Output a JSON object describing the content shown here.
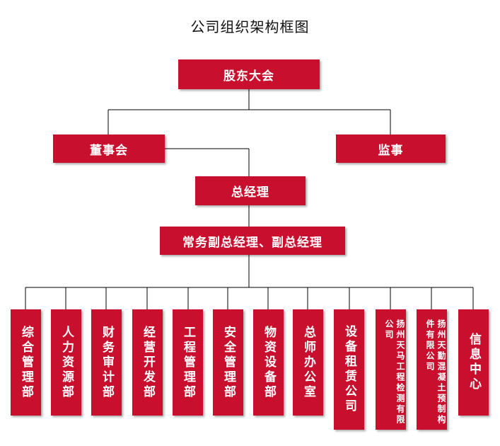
{
  "title": "公司组织架构框图",
  "nodes": {
    "shareholders": "股东大会",
    "board": "董事会",
    "supervisor": "监事",
    "gm": "总经理",
    "vice_gm": "常务副总经理、副总经理"
  },
  "departments": [
    "综合管理部",
    "人力资源部",
    "财务审计部",
    "经营开发部",
    "工程管理部",
    "安全管理部",
    "物资设备部",
    "总师办公室",
    "设备租赁公司",
    "扬州天马工程检测有限公司",
    "扬州天勤混凝土预制构件有限公司",
    "信息中心"
  ],
  "colors": {
    "box": "#c8102e",
    "line": "#000000"
  }
}
